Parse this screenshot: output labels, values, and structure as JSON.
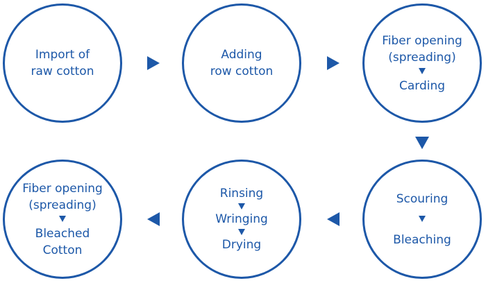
{
  "steps": {
    "import_raw": {
      "line1": "Import of",
      "line2": "raw cotton"
    },
    "adding_row": {
      "line1": "Adding",
      "line2": "row cotton"
    },
    "opening_carding": {
      "line1": "Fiber opening",
      "line2": "(spreading)",
      "line3": "Carding"
    },
    "scouring_bleaching": {
      "line1": "Scouring",
      "line2": "Bleaching"
    },
    "rinsing_drying": {
      "line1": "Rinsing",
      "line2": "Wringing",
      "line3": "Drying"
    },
    "opening_bleached": {
      "line1": "Fiber opening",
      "line2": "(spreading)",
      "line3": "Bleached",
      "line4": "Cotton"
    }
  },
  "colors": {
    "accent": "#1d58a8",
    "background": "#ffffff"
  },
  "icons": {
    "flow_arrow": "triangle-arrow-icon",
    "sub_step_arrow": "triangle-down-icon"
  }
}
